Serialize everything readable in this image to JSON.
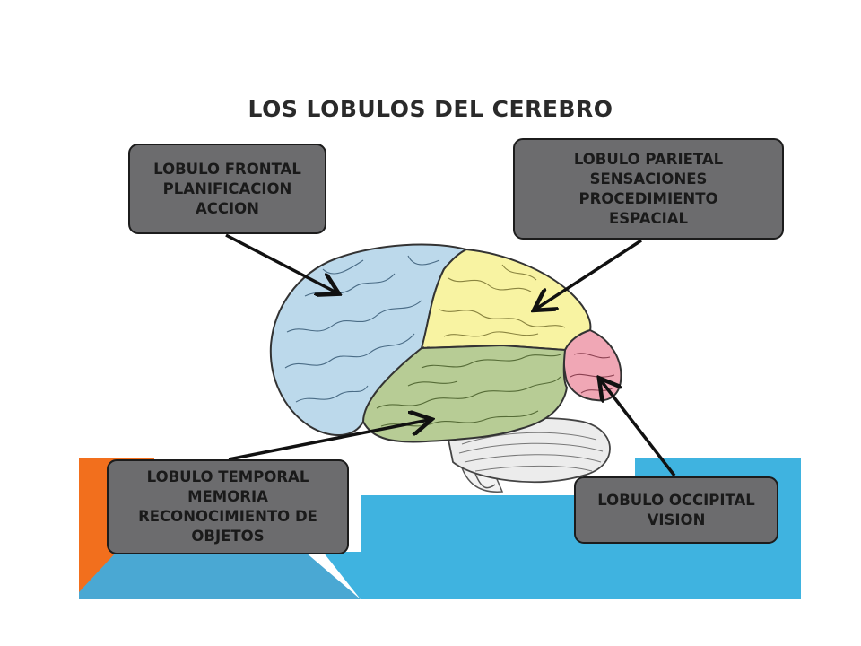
{
  "title": "LOS LOBULOS DEL CEREBRO",
  "colors": {
    "frontal": "#bcd9eb",
    "parietal": "#f8f3a2",
    "temporal": "#b7cc95",
    "occipital": "#f0a7b5",
    "background_blue": "#3fb3e0",
    "background_orange": "#f26f1d",
    "callout_fill": "#6c6c6e"
  },
  "callouts": {
    "frontal": {
      "lines": [
        "LOBULO FRONTAL",
        "PLANIFICACION",
        "ACCION"
      ]
    },
    "parietal": {
      "lines": [
        "LOBULO PARIETAL",
        "SENSACIONES",
        "PROCEDIMIENTO",
        "ESPACIAL"
      ]
    },
    "temporal": {
      "lines": [
        "LOBULO TEMPORAL",
        "MEMORIA",
        "RECONOCIMIENTO DE",
        "OBJETOS"
      ]
    },
    "occipital": {
      "lines": [
        "LOBULO OCCIPITAL",
        "VISION"
      ]
    }
  }
}
